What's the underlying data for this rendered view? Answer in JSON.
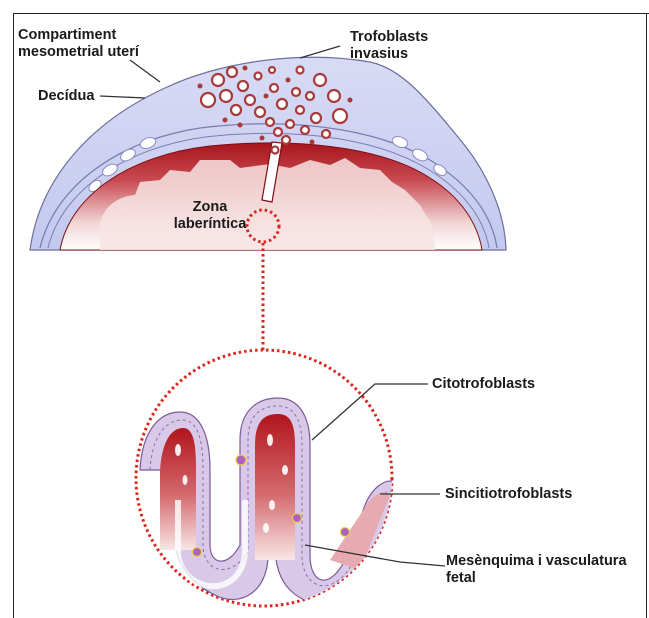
{
  "labels": {
    "compartment_line1": "Compartiment",
    "compartment_line2": "mesometrial uterí",
    "decidua": "Decídua",
    "trophoblasts_line1": "Trofoblasts",
    "trophoblasts_line2": "invasius",
    "labyrinth_line1": "Zona",
    "labyrinth_line2": "laberíntica",
    "cytotrophoblasts": "Citotrofoblasts",
    "syncytiotrophoblasts": "Sincitiotrofoblasts",
    "mesenchyme_line1": "Mesènquima i vasculatura",
    "mesenchyme_line2": "fetal"
  },
  "colors": {
    "decidua_fill": "#c9ccf0",
    "placenta_red": "#a8141c",
    "placenta_pink": "#f4d8d8",
    "zoom_dots": "#d9261c",
    "trophoblast_cell": "#a83a3a"
  }
}
